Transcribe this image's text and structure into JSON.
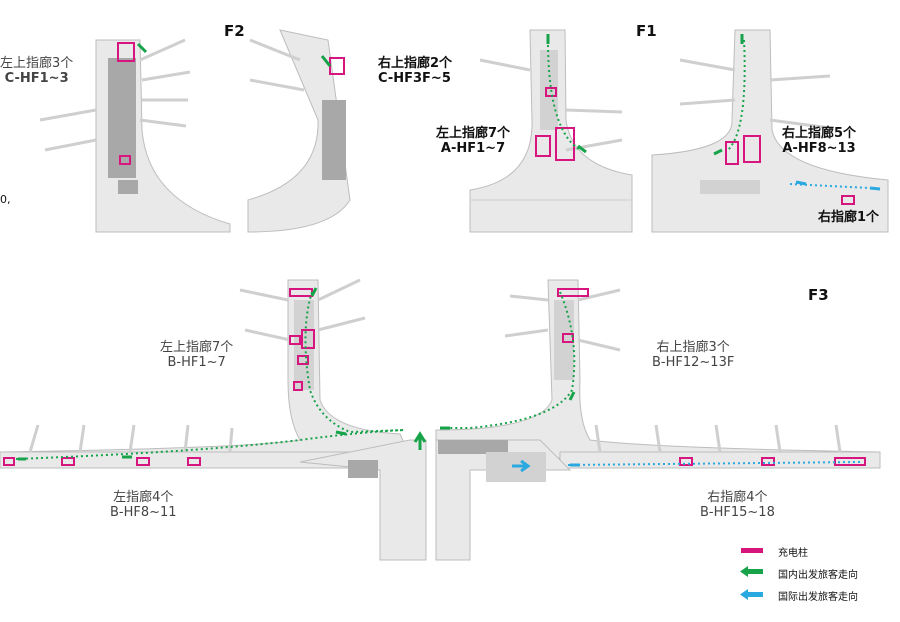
{
  "floors": {
    "f2": "F2",
    "f1": "F1",
    "f3": "F3"
  },
  "labels": {
    "f2_left_title": "左上指廊3个",
    "f2_left_code": "C-HF1~3",
    "f2_right_title": "右上指廊2个",
    "f2_right_code": "C-HF3F~5",
    "f1_left_title": "左上指廊7个",
    "f1_left_code": "A-HF1~7",
    "f1_right_title": "右上指廊5个",
    "f1_right_code": "A-HF8~13",
    "f1_right_pier": "右指廊1个",
    "f3_ul_title": "左上指廊7个",
    "f3_ul_code": "B-HF1~7",
    "f3_ur_title": "右上指廊3个",
    "f3_ur_code": "B-HF12~13F",
    "f3_l_title": "左指廊4个",
    "f3_l_code": "B-HF8~11",
    "f3_r_title": "右指廊4个",
    "f3_r_code": "B-HF15~18",
    "edge_mark": "0,"
  },
  "legend": [
    {
      "icon": "magenta-bar-icon",
      "color": "#d6157f",
      "label": "充电柱"
    },
    {
      "icon": "green-arrow-icon",
      "color": "#17a34a",
      "label": "国内出发旅客走向"
    },
    {
      "icon": "blue-arrow-icon",
      "color": "#29a9e0",
      "label": "国际出发旅客走向"
    }
  ],
  "colors": {
    "charger": "#d6157f",
    "domestic": "#17a34a",
    "international": "#29a9e0",
    "building": "#e9e9e9",
    "outline": "#bdbdbd",
    "dark": "#a8a8a8"
  }
}
